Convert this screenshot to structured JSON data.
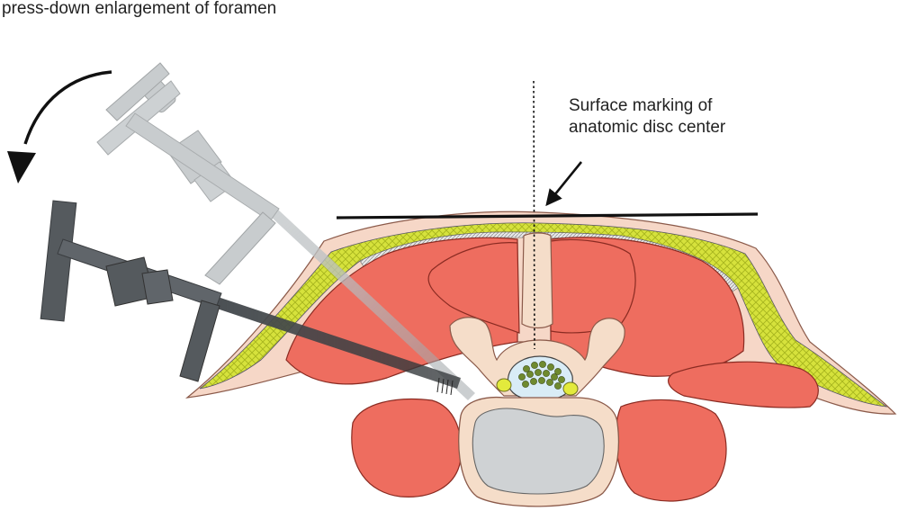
{
  "labels": {
    "enlargement": "press-down enlargement of foramen",
    "surface_line1": "Surface marking of",
    "surface_line2": "anatomic disc center"
  },
  "colors": {
    "muscle": "#ee6d5f",
    "muscle_stroke": "#8a2b22",
    "fat_yellow": "#d6e23c",
    "skin": "#f6d7c7",
    "bone": "#f5ddc9",
    "vertebral_body": "#cfd2d4",
    "nerve_dots": "#6f8a2f",
    "ganglion": "#e3ea3c",
    "instrument_dark": "#555a5e",
    "instrument_light": "#c4c8ca",
    "outline": "#333333"
  },
  "icons": {
    "rotation_arrow": "curved-arrow-counterclockwise",
    "pointer_arrow": "arrow-down-left"
  }
}
